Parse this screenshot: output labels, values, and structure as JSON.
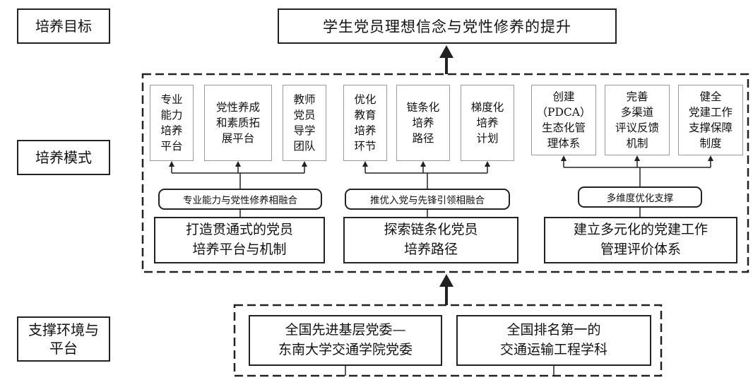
{
  "rows": {
    "goal": "培养目标",
    "mode": "培养模式",
    "support": "支撑环境与\n平台"
  },
  "goal_text": "学生党员理想信念与党性修养的提升",
  "groups": [
    {
      "items": [
        "专业\n能力\n培养\n平台",
        "党性养成\n和素质拓\n展平台",
        "教师\n党员\n导学\n团队"
      ],
      "pill": "专业能力与党性修养相融合",
      "main": "打造贯通式的党员\n培养平台与机制"
    },
    {
      "items": [
        "优化\n教育\n培养\n环节",
        "链条化\n培养\n路径",
        "梯度化\n培养\n计划"
      ],
      "pill": "推优入党与先锋引领相融合",
      "main": "探索链条化党员\n培养路径"
    },
    {
      "items": [
        "创建\n（PDCA）\n生态化管\n理体系",
        "完善\n多渠道\n评议反馈\n机制",
        "健全\n党建工作\n支撑保障\n制度"
      ],
      "pill": "多维度优化支撑",
      "main": "建立多元化的党建工作\n管理评价体系"
    }
  ],
  "support_items": [
    "全国先进基层党委—\n东南大学交通学院党委",
    "全国排名第一的\n交通运输工程学科"
  ]
}
